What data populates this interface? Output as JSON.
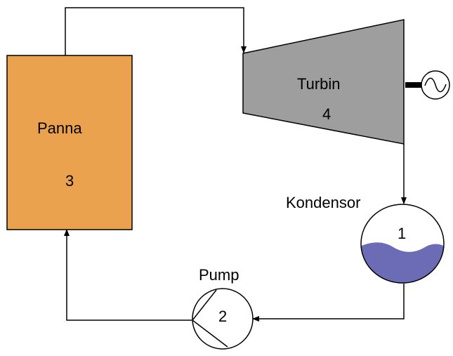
{
  "colors": {
    "boiler_fill": "#EBA24E",
    "turbine_fill": "#9E9E9E",
    "water_fill": "#6B6CB5",
    "line": "#000000",
    "background": "#FFFFFF"
  },
  "components": {
    "boiler": {
      "name": "Panna",
      "number": "3"
    },
    "turbine": {
      "name": "Turbin",
      "number": "4"
    },
    "condenser": {
      "name": "Kondensor",
      "number": "1"
    },
    "pump": {
      "name": "Pump",
      "number": "2"
    }
  },
  "icons": {
    "generator": "generator-sine-icon",
    "arrow": "arrowhead-icon"
  }
}
